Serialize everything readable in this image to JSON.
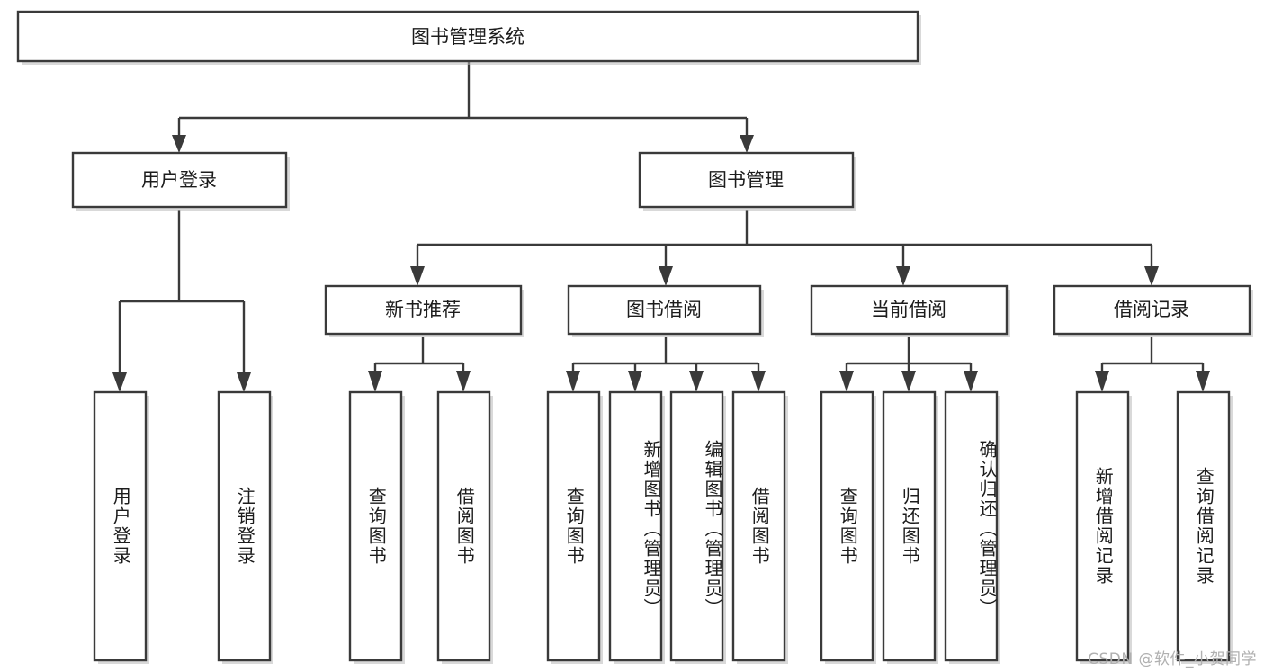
{
  "diagram": {
    "type": "tree-hierarchy",
    "title": "图书管理系统",
    "watermark": "CSDN @软件_小贺同学",
    "colors": {
      "stroke": "#3a3a3a",
      "fill": "#ffffff",
      "text": "#1c1c1c",
      "watermark": "#b0b0b0",
      "background": "#ffffff"
    },
    "levels": {
      "root": {
        "label": "图书管理系统"
      },
      "level2": [
        {
          "id": "user-login",
          "label": "用户登录"
        },
        {
          "id": "book-manage",
          "label": "图书管理"
        }
      ],
      "level3": [
        {
          "id": "new-book-recommend",
          "label": "新书推荐",
          "parent": "book-manage"
        },
        {
          "id": "book-borrow",
          "label": "图书借阅",
          "parent": "book-manage"
        },
        {
          "id": "current-borrow",
          "label": "当前借阅",
          "parent": "book-manage"
        },
        {
          "id": "borrow-record",
          "label": "借阅记录",
          "parent": "book-manage"
        }
      ],
      "leaves": [
        {
          "id": "leaf-user-login",
          "label": "用户登录",
          "parent": "user-login"
        },
        {
          "id": "leaf-logout",
          "label": "注销登录",
          "parent": "user-login"
        },
        {
          "id": "leaf-query-book-1",
          "label": "查询图书",
          "parent": "new-book-recommend"
        },
        {
          "id": "leaf-borrow-book-1",
          "label": "借阅图书",
          "parent": "new-book-recommend"
        },
        {
          "id": "leaf-query-book-2",
          "label": "查询图书",
          "parent": "book-borrow"
        },
        {
          "id": "leaf-add-book",
          "label": "新增图书（管理员）",
          "parent": "book-borrow"
        },
        {
          "id": "leaf-edit-book",
          "label": "编辑图书（管理员）",
          "parent": "book-borrow"
        },
        {
          "id": "leaf-borrow-book-2",
          "label": "借阅图书",
          "parent": "book-borrow"
        },
        {
          "id": "leaf-query-book-3",
          "label": "查询图书",
          "parent": "current-borrow"
        },
        {
          "id": "leaf-return-book",
          "label": "归还图书",
          "parent": "current-borrow"
        },
        {
          "id": "leaf-confirm-return",
          "label": "确认归还（管理员）",
          "parent": "current-borrow"
        },
        {
          "id": "leaf-add-record",
          "label": "新增借阅记录",
          "parent": "borrow-record"
        },
        {
          "id": "leaf-query-record",
          "label": "查询借阅记录",
          "parent": "borrow-record"
        }
      ]
    }
  }
}
